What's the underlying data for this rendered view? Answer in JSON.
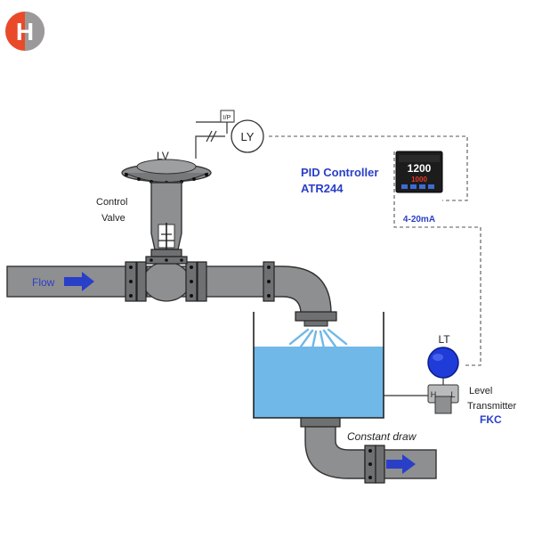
{
  "logo": {
    "letter": "H"
  },
  "colors": {
    "accent": "#2a3fc8",
    "water": "#6fb8e8",
    "logo_red": "#e94a2a",
    "logo_gray": "#9a9a9a"
  },
  "valve": {
    "tag": "LV",
    "name_line1": "Control",
    "name_line2": "Valve",
    "ip_label": "I/P"
  },
  "positioner": {
    "tag": "LY"
  },
  "controller": {
    "title_line1": "PID Controller",
    "title_line2": "ATR244",
    "display_top": "1200",
    "display_bottom": "1000",
    "signal": "4-20mA"
  },
  "inlet": {
    "label": "Flow"
  },
  "outlet": {
    "label": "Constant draw"
  },
  "transmitter": {
    "tag": "LT",
    "name_line1": "Level",
    "name_line2": "Transmitter",
    "brand": "FKC",
    "port_high": "H",
    "port_low": "L"
  }
}
